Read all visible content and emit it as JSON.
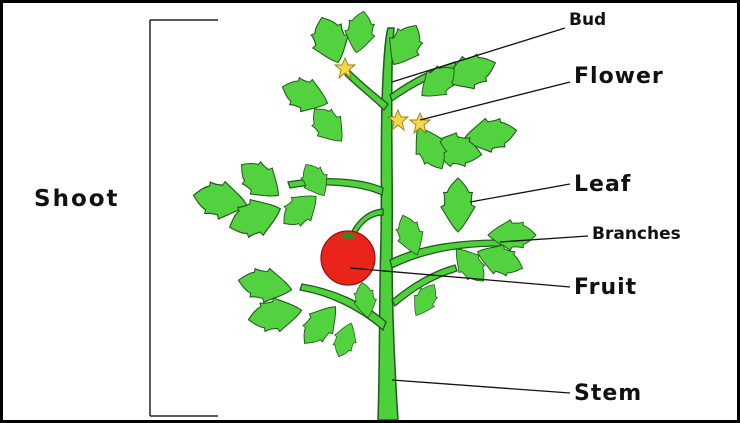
{
  "labels": {
    "shoot": "Shoot",
    "bud": "Bud",
    "flower": "Flower",
    "leaf": "Leaf",
    "branches": "Branches",
    "fruit": "Fruit",
    "stem": "Stem"
  },
  "colors": {
    "stem": "#4cd13b",
    "leaf_fill": "#52d23f",
    "outline": "#1f5a1a",
    "fruit": "#e8241b",
    "flower": "#f6d64a",
    "line": "#111111"
  }
}
